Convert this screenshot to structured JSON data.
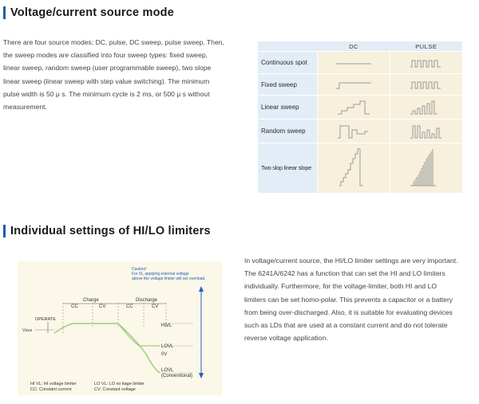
{
  "section1": {
    "title": "Voltage/current source mode",
    "paragraph": [
      "There are four source modes; DC, pulse, DC sweep, pulse sweep. Then,",
      "the sweep modes are classified into four sweep types: fixed sweep,",
      "linear sweep, random sweep (user programmable sweep), two slope",
      "linear sweep (linear sweep with step value switching). The minimum",
      "pulse width is 50 μ s. The minimum cycle is 2 ms, or 500 μ s without",
      "measurement."
    ]
  },
  "mode_table": {
    "columns": [
      "DC",
      "PULSE"
    ],
    "rows": [
      "Continuous spot",
      "Fixed sweep",
      "Linear sweep",
      "Random sweep",
      "Two slop linear slope"
    ]
  },
  "section2": {
    "title": "Individual settings of HI/LO limiters",
    "paragraph": [
      "In voltage/current source, the HI/LO limiter settings are very important.",
      "The 6241A/6242 has a function that can set the HI and LO limiters",
      "individually. Furthermore, for the voltage-limiter, both HI and LO",
      "limiters can be set homo-polar. This prevents a capacitor or a battery",
      "from being over-discharged. Also, it is suitable for evaluating devices",
      "such as LDs that are used at a constant current and do not tolerate",
      "reverse voltage application."
    ]
  },
  "diagram": {
    "caution": [
      "Caution!",
      "For IS, applying external voltage",
      "above the voltage limiter will set overload."
    ],
    "charge": "Charge",
    "discharge": "Discharge",
    "cc": "CC",
    "cv": "CV",
    "operate": "OPERATE",
    "vsus": "Vsus",
    "hivl": "HIVL",
    "lovl": "LOVL",
    "ov": "0V",
    "lovl2": "LOVL",
    "conventional": "(Conventional)",
    "legend": [
      "HI VL: HI voltage limiter",
      "LO VL: LO vo ltage limiter",
      "CC: Constant current",
      "CV: Constant voltage"
    ],
    "colors": {
      "caution": "#1f5fb0",
      "curve": "#9ccf7a",
      "arrow": "#2060c0"
    }
  }
}
